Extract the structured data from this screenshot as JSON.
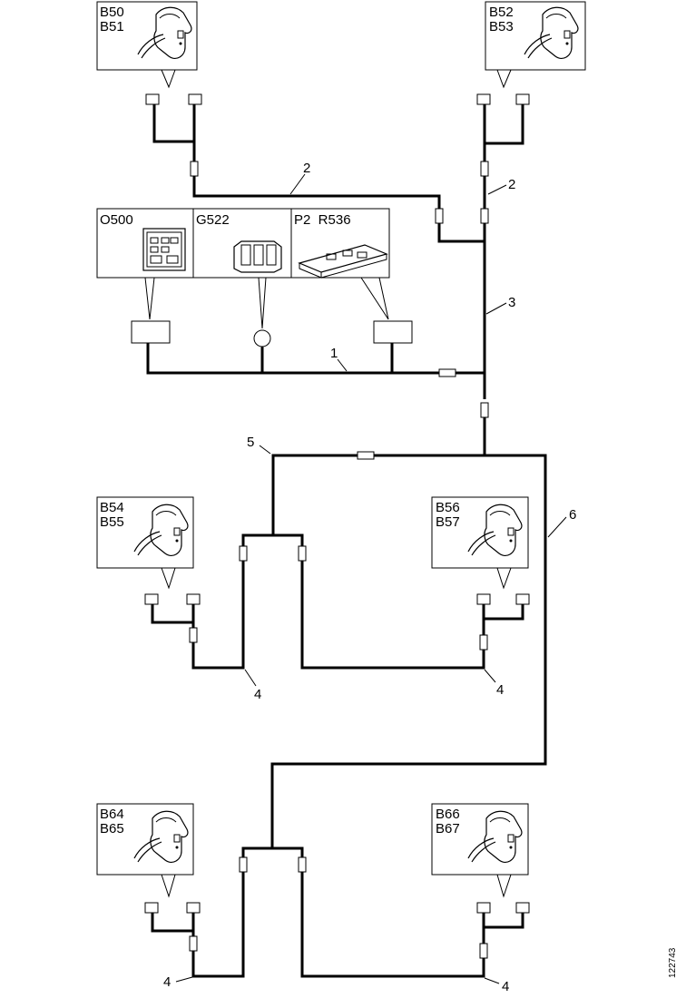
{
  "sensor_boxes": [
    {
      "id": "top-left",
      "line1": "B50",
      "line2": "B51"
    },
    {
      "id": "top-right",
      "line1": "B52",
      "line2": "B53"
    },
    {
      "id": "mid-left",
      "line1": "B54",
      "line2": "B55"
    },
    {
      "id": "mid-right",
      "line1": "B56",
      "line2": "B57"
    },
    {
      "id": "bottom-left",
      "line1": "B64",
      "line2": "B65"
    },
    {
      "id": "bottom-right",
      "line1": "B66",
      "line2": "B67"
    }
  ],
  "control_panel": {
    "sections": [
      {
        "label": "O500"
      },
      {
        "label": "G522"
      },
      {
        "label": "P2  R536"
      }
    ]
  },
  "wire_numbers": {
    "w1": "1",
    "w2_left": "2",
    "w2_right": "2",
    "w3": "3",
    "w4_ml": "4",
    "w4_mr": "4",
    "w4_bl": "4",
    "w4_br": "4",
    "w5": "5",
    "w6": "6"
  },
  "figure_reference": "122743"
}
